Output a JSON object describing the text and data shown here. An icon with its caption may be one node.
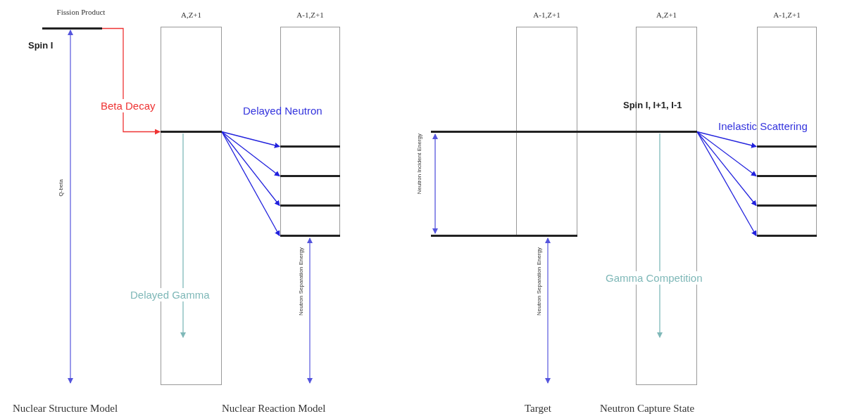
{
  "diagram": {
    "nodes": [
      {
        "text": [
          "Fission Product"
        ],
        "beside": [
          "Spin I"
        ]
      },
      {
        "text": [
          "A,Z+1"
        ]
      },
      {
        "text": [],
        "shape": "bar",
        "in": 1
      },
      {
        "text": [
          "A-1,Z+1"
        ]
      },
      {
        "text": [],
        "shape": "bar",
        "in": 3
      },
      {
        "text": [],
        "shape": "bar",
        "in": 3
      },
      {
        "text": [],
        "shape": "bar",
        "in": 3
      },
      {
        "text": [],
        "shape": "bar",
        "in": 3
      },
      {
        "text": [
          "A-1,Z+1"
        ]
      },
      {
        "text": [
          "A,Z+1"
        ]
      },
      {
        "text": [
          "A-1,Z+1"
        ]
      },
      {
        "text": [],
        "shape": "bar"
      },
      {
        "text": [],
        "shape": "bar"
      },
      {
        "text": [],
        "shape": "bar",
        "in": 10
      },
      {
        "text": [],
        "shape": "bar",
        "in": 10
      },
      {
        "text": [],
        "shape": "bar",
        "in": 10
      },
      {
        "text": [],
        "shape": "bar",
        "in": 10
      }
    ],
    "edges": [
      {
        "from": 0,
        "to": 2,
        "arrow": "to",
        "label": "Beta Decay",
        "color": "#ee3333"
      },
      {
        "from": 2,
        "to": 4,
        "arrow": "to",
        "color": "#2222dd"
      },
      {
        "from": 2,
        "to": 5,
        "arrow": "to",
        "color": "#2222dd"
      },
      {
        "from": 2,
        "to": 6,
        "arrow": "to",
        "color": "#2222dd"
      },
      {
        "from": 2,
        "to": 7,
        "arrow": "to",
        "color": "#2222dd"
      },
      {
        "from": 2,
        "to": 1,
        "arrow": "to",
        "label": "Delayed Gamma",
        "color": "#7fb8b8"
      },
      {
        "from": 11,
        "to": 13,
        "arrow": "to",
        "color": "#2222dd"
      },
      {
        "from": 11,
        "to": 14,
        "arrow": "to",
        "color": "#2222dd"
      },
      {
        "from": 11,
        "to": 15,
        "arrow": "to",
        "color": "#2222dd"
      },
      {
        "from": 11,
        "to": 16,
        "arrow": "to",
        "color": "#2222dd"
      },
      {
        "from": 11,
        "to": 9,
        "arrow": "to",
        "label": "Gamma Competition",
        "color": "#7fb8b8"
      },
      {
        "from": 12,
        "to": 11,
        "arrow": "both",
        "label": "Neutron Incident Energy",
        "color": "#5555dd"
      }
    ],
    "labels": [
      "Delayed Neutron",
      "Spin I, I+1, I-1",
      "Inelastic Scattering",
      "Q-beta",
      "Neutron Separation Energy",
      "Neutron Separation Energy",
      "Nuclear Structure Model",
      "Nuclear Reaction Model",
      "Target",
      "Neutron Capture State"
    ]
  }
}
